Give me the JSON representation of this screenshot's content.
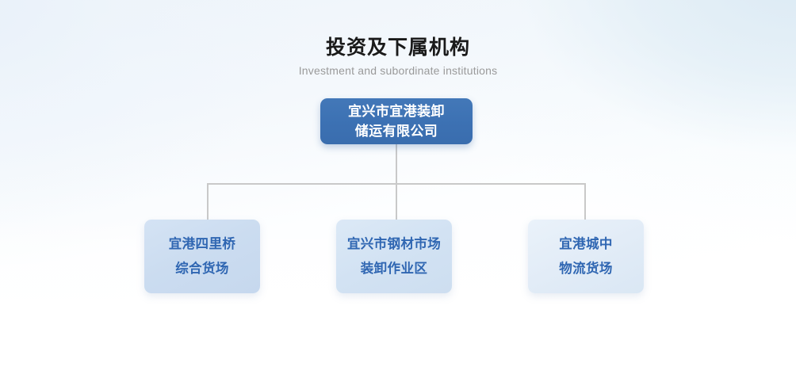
{
  "heading": {
    "title": "投资及下属机构",
    "subtitle": "Investment and subordinate institutions"
  },
  "chart": {
    "root": {
      "line1": "宜兴市宜港装卸",
      "line2": "储运有限公司",
      "text_color": "#ffffff",
      "fill_color": "#3c71b3"
    },
    "children": [
      {
        "line1": "宜港四里桥",
        "line2": "综合货场",
        "text_color": "#2f66b2",
        "fill_color": "#cbdcf0"
      },
      {
        "line1": "宜兴市钢材市场",
        "line2": "装卸作业区",
        "text_color": "#2f66b2",
        "fill_color": "#d2e2f3"
      },
      {
        "line1": "宜港城中",
        "line2": "物流货场",
        "text_color": "#2f66b2",
        "fill_color": "#e2ecf7"
      }
    ],
    "connector_color": "#c9c9c9"
  },
  "colors": {
    "background_top_left": "#eef4fa",
    "background_top_right": "#dceaf4",
    "background_bottom": "#ffffff",
    "title_color": "#1a1a1a",
    "subtitle_color": "#9a9a9a"
  }
}
